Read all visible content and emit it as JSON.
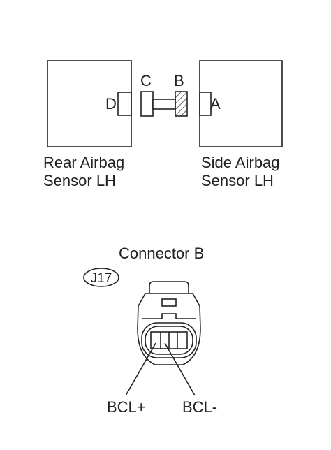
{
  "labels": {
    "pin_c": "C",
    "pin_b": "B",
    "pin_d": "D",
    "pin_a": "A",
    "rear_sensor_line1": "Rear Airbag",
    "rear_sensor_line2": "Sensor LH",
    "side_sensor_line1": "Side Airbag",
    "side_sensor_line2": "Sensor LH",
    "connector_title": "Connector B",
    "connector_code": "J17",
    "terminal_plus": "BCL+",
    "terminal_minus": "BCL-"
  },
  "colors": {
    "line": "#222222",
    "background": "#ffffff"
  }
}
